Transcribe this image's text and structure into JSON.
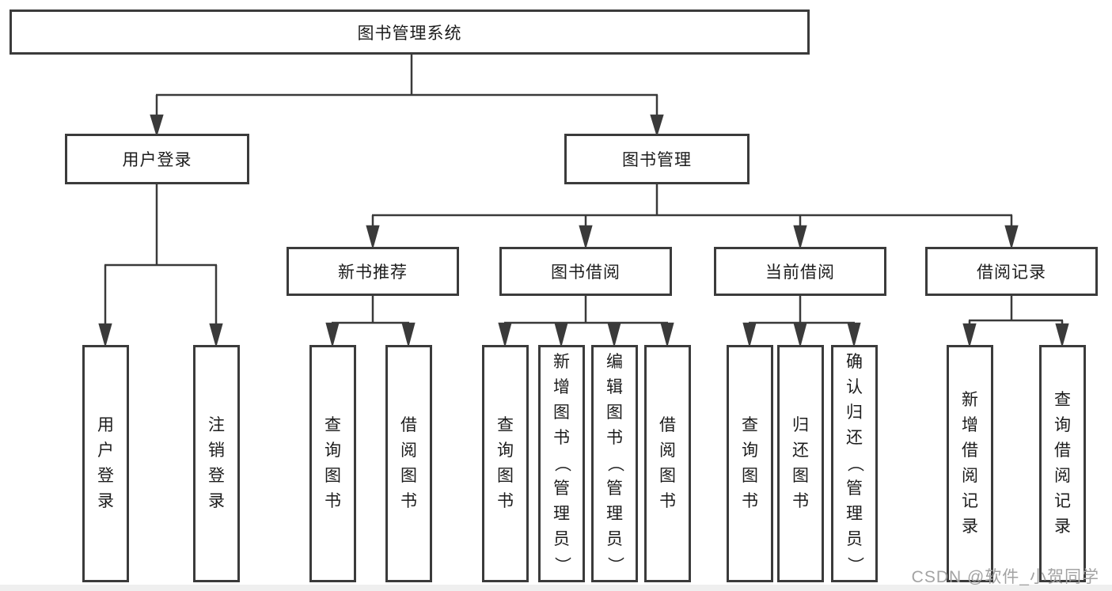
{
  "title": "图书管理系统",
  "branches": {
    "user_login": {
      "label": "用户登录",
      "children": [
        "用户登录",
        "注销登录"
      ]
    },
    "book_management": {
      "label": "图书管理",
      "sections": [
        {
          "label": "新书推荐",
          "children": [
            "查询图书",
            "借阅图书"
          ]
        },
        {
          "label": "图书借阅",
          "children": [
            "查询图书",
            "新增图书（管理员）",
            "编辑图书（管理员）",
            "借阅图书"
          ]
        },
        {
          "label": "当前借阅",
          "children": [
            "查询图书",
            "归还图书",
            "确认归还（管理员）"
          ]
        },
        {
          "label": "借阅记录",
          "children": [
            "新增借阅记录",
            "查询借阅记录"
          ]
        }
      ]
    }
  },
  "watermark": "CSDN @软件_小贺同学",
  "colors": {
    "line": "#3a3a3a",
    "box_border": "#3b3b3b",
    "text": "#1c1c1c",
    "watermark": "#a3a3a3",
    "background": "#ffffff",
    "bottom_strip": "#efefef"
  }
}
